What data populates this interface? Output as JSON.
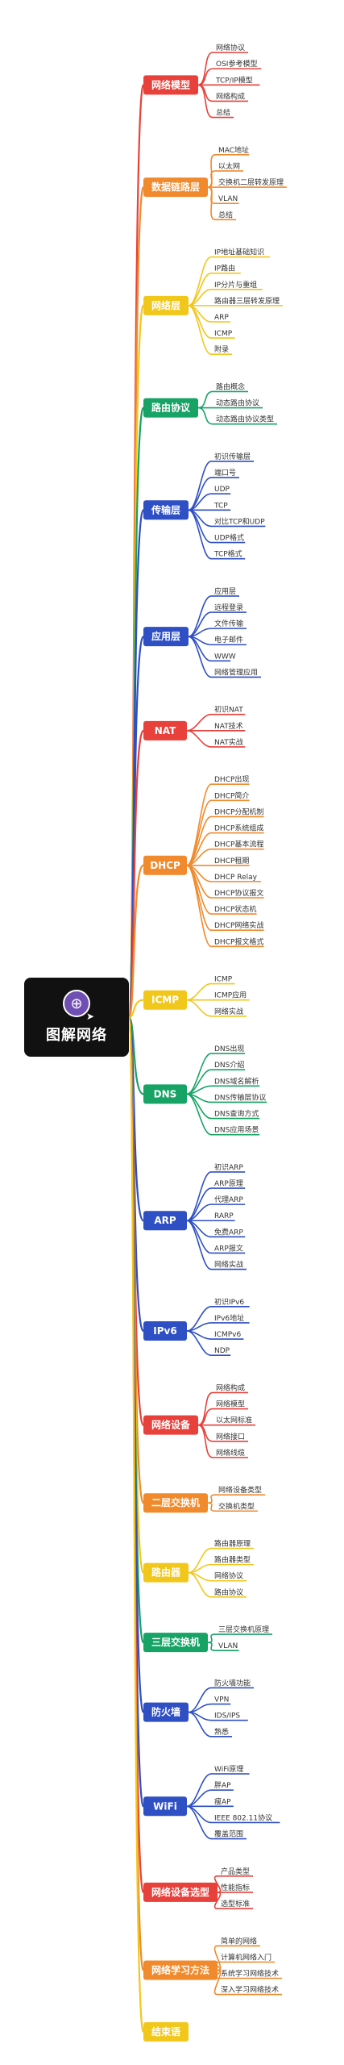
{
  "root": {
    "title": "图解网络",
    "icon": "globe-network-icon"
  },
  "branches": [
    {
      "label": "网络模型",
      "color": "#e8403a",
      "children": [
        "网络协议",
        "OSI参考模型",
        "TCP/IP模型",
        "网络构成",
        "总结"
      ]
    },
    {
      "label": "数据链路层",
      "color": "#f08a2c",
      "children": [
        "MAC地址",
        "以太网",
        "交换机二层转发原理",
        "VLAN",
        "总结"
      ]
    },
    {
      "label": "网络层",
      "color": "#f2c71b",
      "children": [
        "IP地址基础知识",
        "IP路由",
        "IP分片与重组",
        "路由器三层转发原理",
        "ARP",
        "ICMP",
        "附录"
      ]
    },
    {
      "label": "路由协议",
      "color": "#16a365",
      "children": [
        "路由概念",
        "动态路由协议",
        "动态路由协议类型"
      ]
    },
    {
      "label": "传输层",
      "color": "#2f4fc4",
      "children": [
        "初识传输层",
        "端口号",
        "UDP",
        "TCP",
        "对比TCP和UDP",
        "UDP格式",
        "TCP格式"
      ]
    },
    {
      "label": "应用层",
      "color": "#2f4fc4",
      "children": [
        "应用层",
        "远程登录",
        "文件传输",
        "电子邮件",
        "WWW",
        "网络管理应用"
      ]
    },
    {
      "label": "NAT",
      "color": "#e8403a",
      "children": [
        "初识NAT",
        "NAT技术",
        "NAT实战"
      ]
    },
    {
      "label": "DHCP",
      "color": "#f08a2c",
      "children": [
        "DHCP出现",
        "DHCP简介",
        "DHCP分配机制",
        "DHCP系统组成",
        "DHCP基本流程",
        "DHCP租期",
        "DHCP Relay",
        "DHCP协议报文",
        "DHCP状态机",
        "DHCP网络实战",
        "DHCP报文格式"
      ]
    },
    {
      "label": "ICMP",
      "color": "#f2c71b",
      "children": [
        "ICMP",
        "ICMP应用",
        "网络实战"
      ]
    },
    {
      "label": "DNS",
      "color": "#16a365",
      "children": [
        "DNS出现",
        "DNS介绍",
        "DNS域名解析",
        "DNS传输层协议",
        "DNS查询方式",
        "DNS应用场景"
      ]
    },
    {
      "label": "ARP",
      "color": "#2f4fc4",
      "children": [
        "初识ARP",
        "ARP原理",
        "代理ARP",
        "RARP",
        "免费ARP",
        "ARP报文",
        "网络实战"
      ]
    },
    {
      "label": "IPv6",
      "color": "#2f4fc4",
      "children": [
        "初识IPv6",
        "IPv6地址",
        "ICMPv6",
        "NDP"
      ]
    },
    {
      "label": "网络设备",
      "color": "#e8403a",
      "children": [
        "网络构成",
        "网络模型",
        "以太网标准",
        "网络接口",
        "网络线缆"
      ]
    },
    {
      "label": "二层交换机",
      "color": "#f08a2c",
      "children": [
        "网络设备类型",
        "交换机类型"
      ]
    },
    {
      "label": "路由器",
      "color": "#f2c71b",
      "children": [
        "路由器原理",
        "路由器类型",
        "网络协议",
        "路由协议"
      ]
    },
    {
      "label": "三层交换机",
      "color": "#16a365",
      "children": [
        "三层交换机原理",
        "VLAN"
      ]
    },
    {
      "label": "防火墙",
      "color": "#2f4fc4",
      "children": [
        "防火墙功能",
        "VPN",
        "IDS/IPS",
        "熟悉"
      ]
    },
    {
      "label": "WiFi",
      "color": "#2f4fc4",
      "children": [
        "WiFi原理",
        "胖AP",
        "瘦AP",
        "IEEE 802.11协议",
        "覆盖范围"
      ]
    },
    {
      "label": "网络设备选型",
      "color": "#e8403a",
      "children": [
        "产品类型",
        "性能指标",
        "选型标准"
      ]
    },
    {
      "label": "网络学习方法",
      "color": "#f08a2c",
      "children": [
        "简单的网络",
        "计算机网络入门",
        "系统学习网络技术",
        "深入学习网络技术"
      ]
    },
    {
      "label": "结束语",
      "color": "#f2c71b",
      "children": []
    }
  ]
}
